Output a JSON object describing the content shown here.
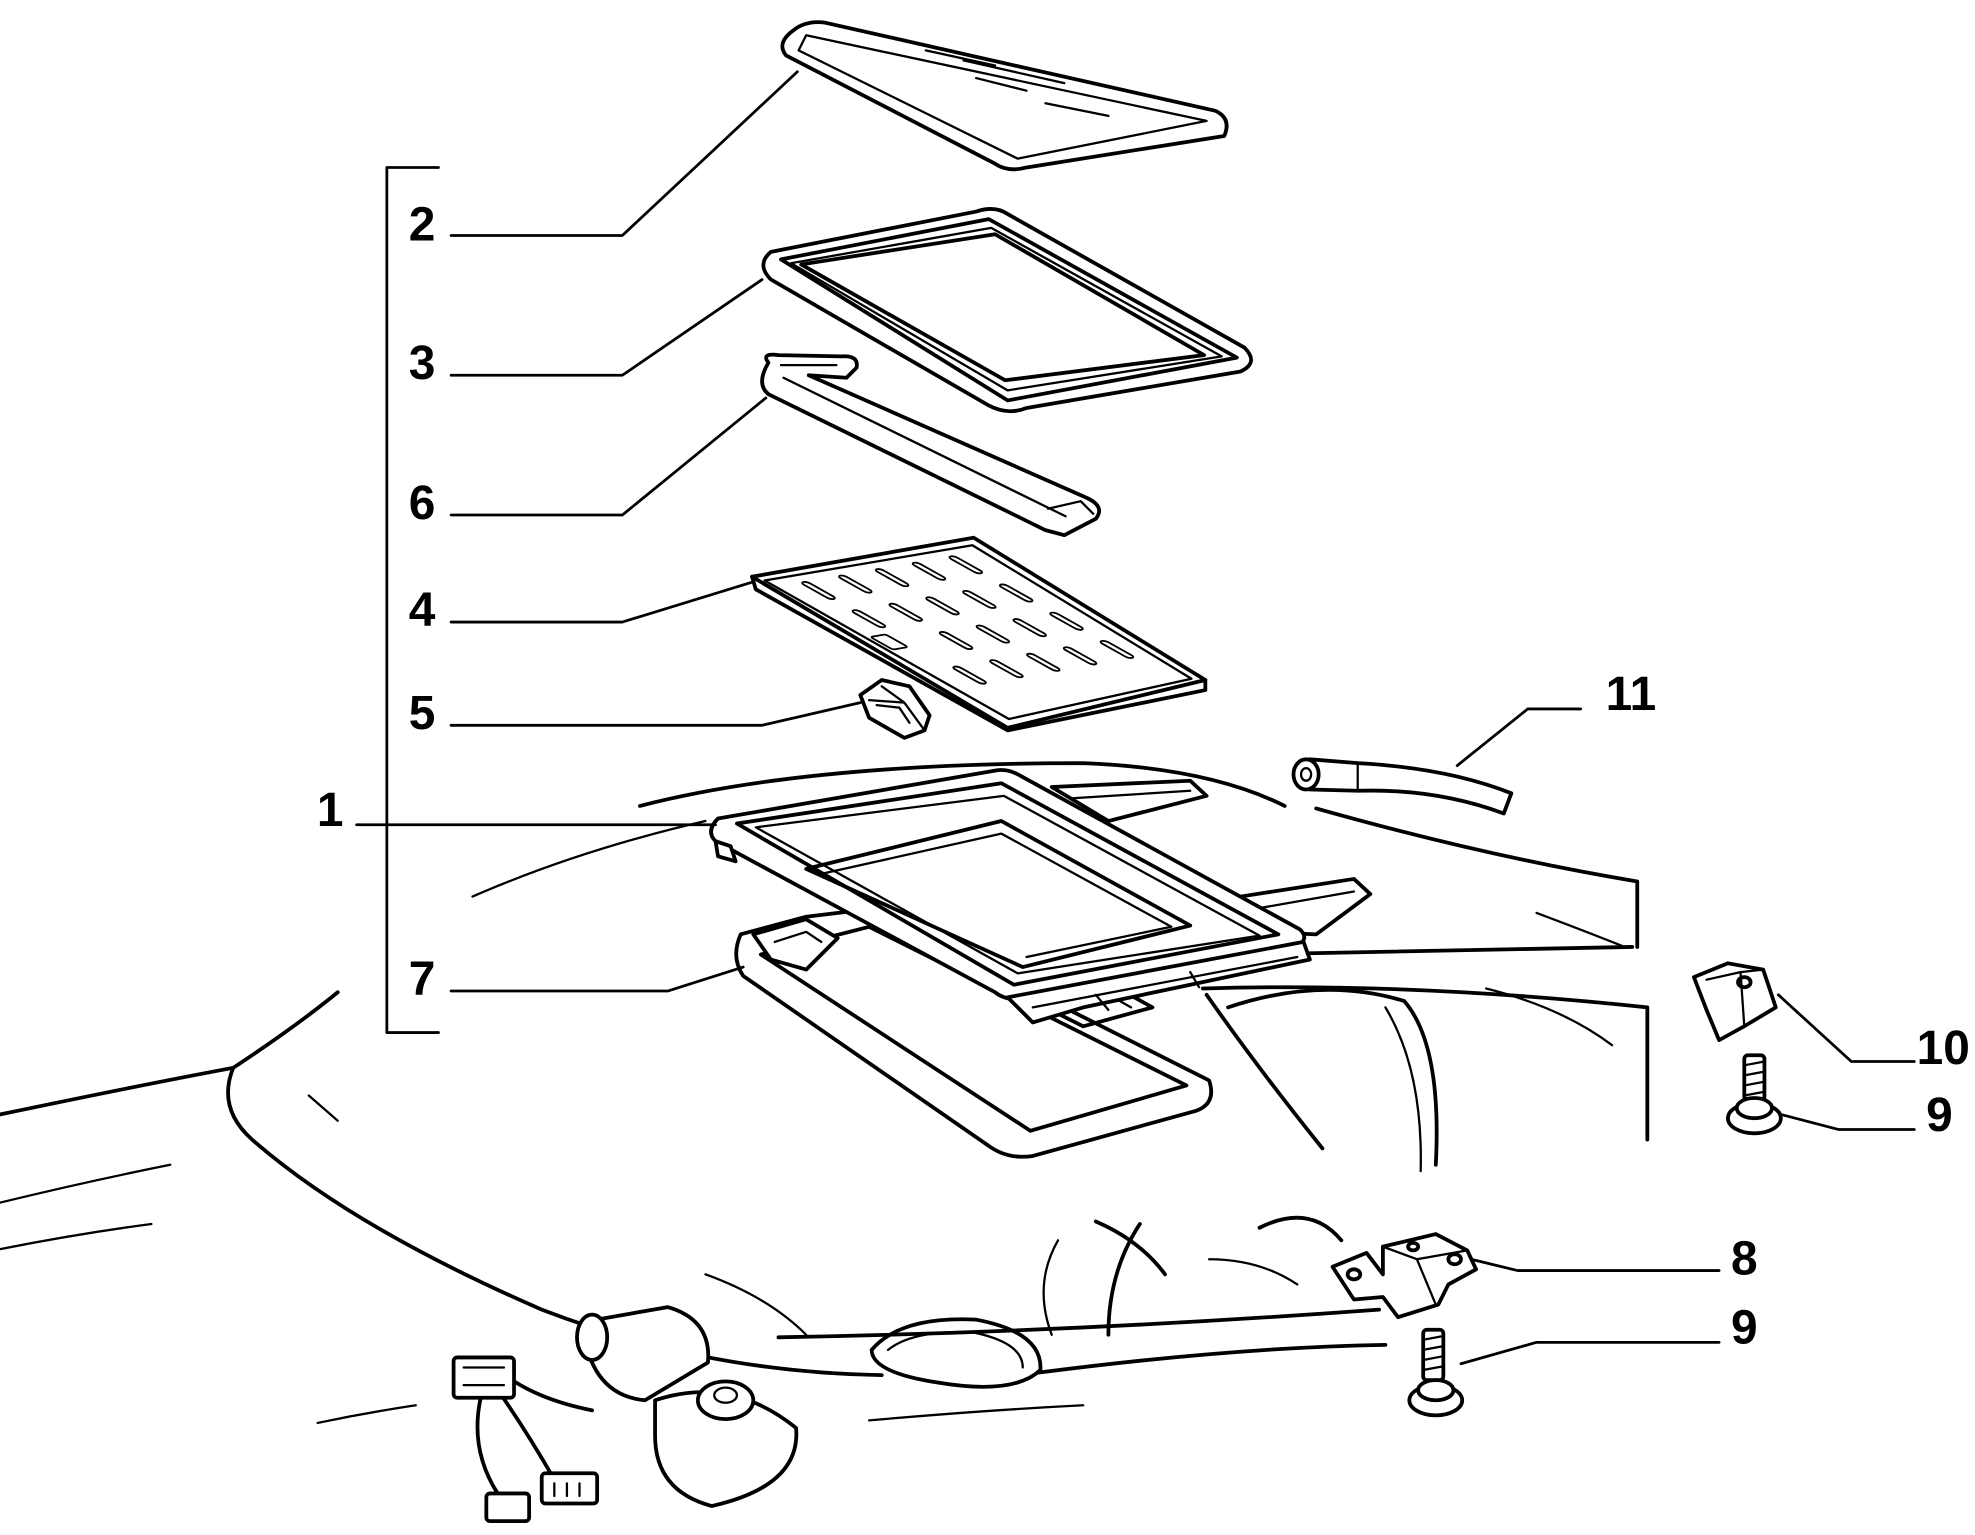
{
  "colors": {
    "line": "#000000",
    "background": "#ffffff"
  },
  "callouts": {
    "c1": "1",
    "c2": "2",
    "c3": "3",
    "c4": "4",
    "c5": "5",
    "c6": "6",
    "c7": "7",
    "c8": "8",
    "c9a": "9",
    "c9b": "9",
    "c10": "10",
    "c11": "11"
  }
}
